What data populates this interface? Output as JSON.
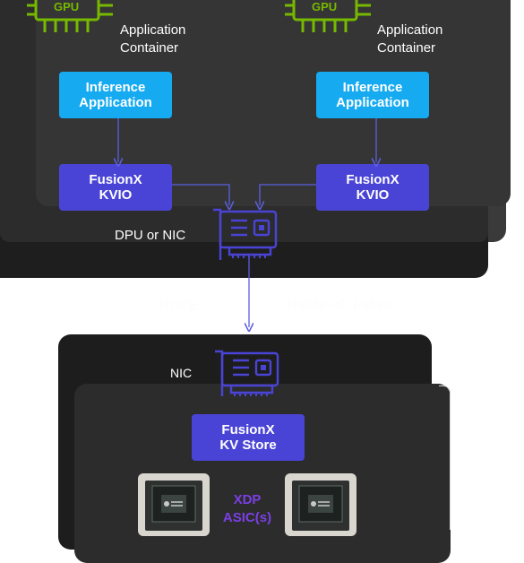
{
  "server": {
    "containers": [
      {
        "gpu_label": "GPU",
        "container_label": "Application\nContainer",
        "inference_label": "Inference\nApplication",
        "kvio_label": "FusionX\nKVIO"
      },
      {
        "gpu_label": "GPU",
        "container_label": "Application\nContainer",
        "inference_label": "Inference\nApplication",
        "kvio_label": "FusionX\nKVIO"
      }
    ],
    "dpu_label": "DPU or NIC"
  },
  "network": {
    "left_label": "RoCE",
    "right_label": "NVMe-oF Fabric"
  },
  "storage": {
    "nic_label": "NIC",
    "kv_store_label": "FusionX\nKV Store",
    "asic_label": "XDP\nASIC(s)"
  },
  "colors": {
    "inference_blue": "#16aaf0",
    "fusionx_indigo": "#4a44d6",
    "gpu_green": "#76b900",
    "asic_purple": "#7b3fe4",
    "panel_dark": "#2a2a2a",
    "panel_darker": "#1d1d1d"
  }
}
